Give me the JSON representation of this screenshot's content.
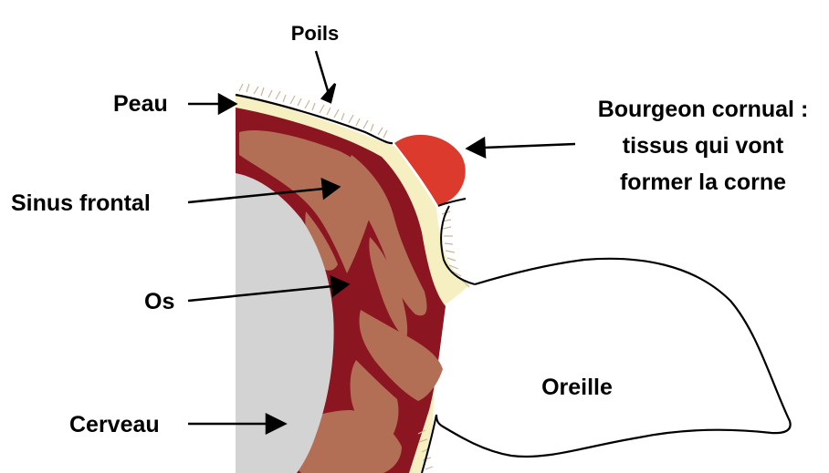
{
  "labels": {
    "poils": "Poils",
    "peau": "Peau",
    "bourgeon_line1": "Bourgeon cornual :",
    "bourgeon_line2": "tissus qui vont",
    "bourgeon_line3": "former la corne",
    "sinus": "Sinus frontal",
    "os": "Os",
    "oreille": "Oreille",
    "cerveau": "Cerveau"
  },
  "colors": {
    "skin": "#f5efc2",
    "bone": "#8b1520",
    "sinus": "#b36f55",
    "brain": "#d3d3d3",
    "bud": "#dc3a2c",
    "hair": "#c9b79a",
    "outline": "#000000"
  }
}
